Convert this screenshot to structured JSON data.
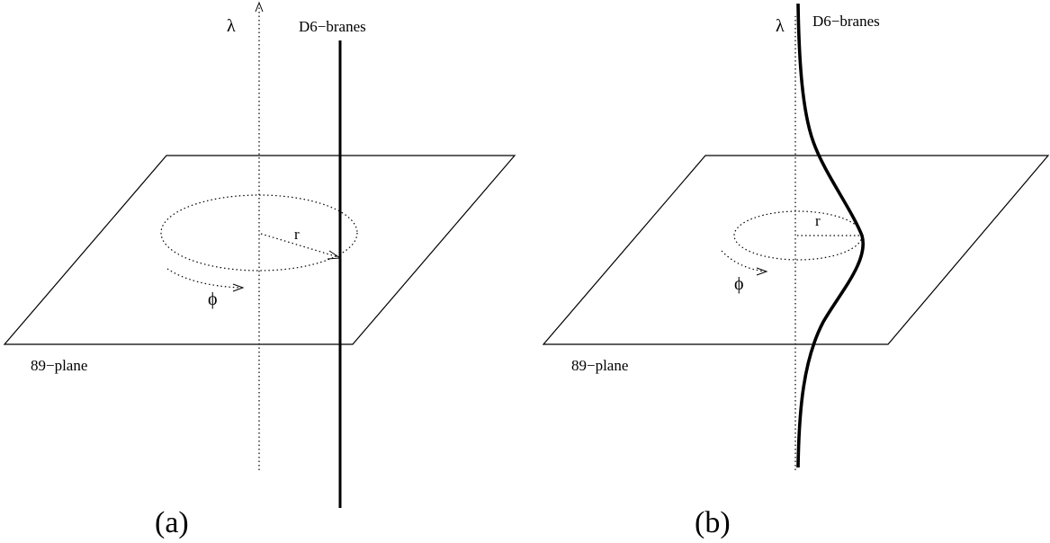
{
  "panel_a": {
    "lambda_label": "λ",
    "brane_label": "D6−branes",
    "radius_label": "r",
    "phi_label": "ϕ",
    "plane_label": "89−plane",
    "caption": "(a)"
  },
  "panel_b": {
    "lambda_label": "λ",
    "brane_label": "D6−branes",
    "radius_label": "r",
    "phi_label": "ϕ",
    "plane_label": "89−plane",
    "caption": "(b)"
  }
}
